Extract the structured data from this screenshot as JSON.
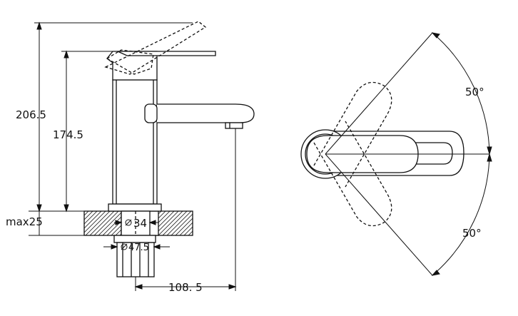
{
  "dimensions": {
    "total_height": "206.5",
    "spout_height": "174.5",
    "max_deck": "max25",
    "hole_diameter": "34",
    "nut_diameter": "47.5",
    "reach": "108. 5"
  },
  "angles": {
    "upper": "50°",
    "lower": "50°"
  }
}
